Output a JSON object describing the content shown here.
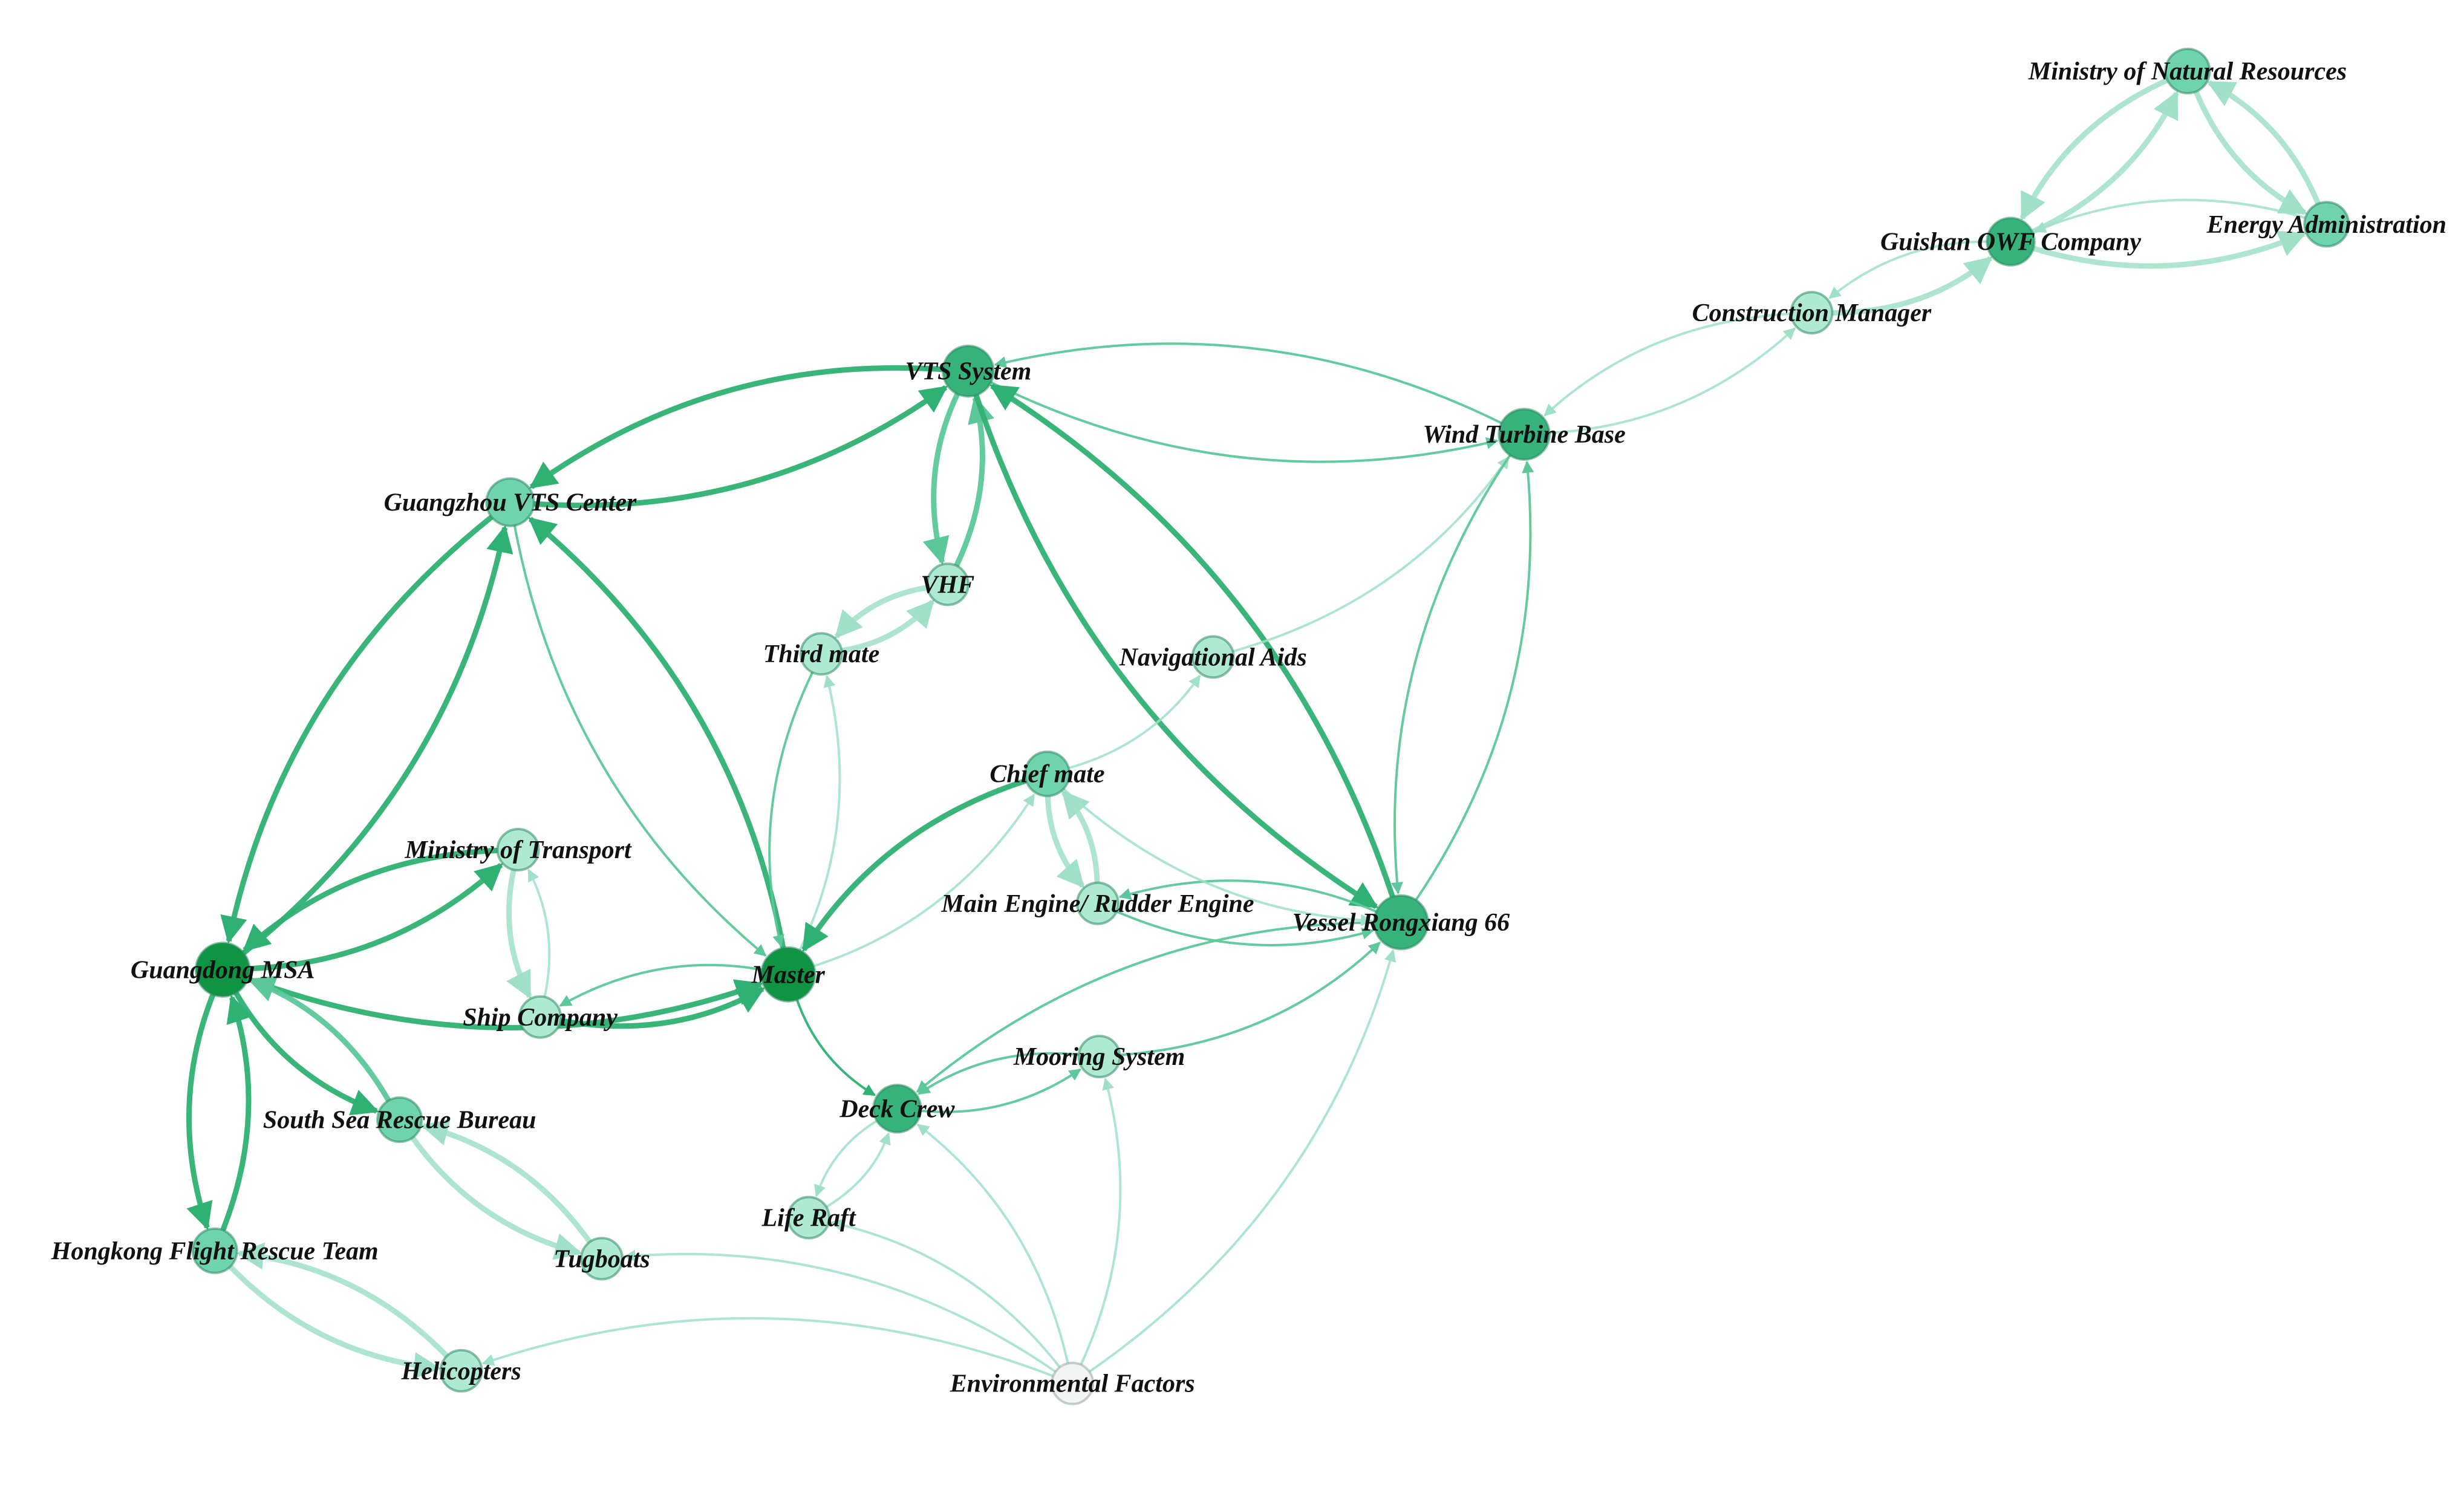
{
  "colors": {
    "node_dark": "#0f9444",
    "node_mid": "#36b37a",
    "node_light": "#6fd3ae",
    "node_pale": "#aee9d2",
    "node_gray": "#f2f5f4",
    "edge_dark": "#2fb173",
    "edge_mid": "#5cc79a",
    "edge_light": "#9fe0c6"
  },
  "nodes": [
    {
      "id": "vts_system",
      "label": "VTS System",
      "shade": "node_mid"
    },
    {
      "id": "guangzhou_vts",
      "label": "Guangzhou VTS Center",
      "shade": "node_light"
    },
    {
      "id": "vhf",
      "label": "VHF",
      "shade": "node_pale"
    },
    {
      "id": "third_mate",
      "label": "Third mate",
      "shade": "node_pale"
    },
    {
      "id": "wind_turbine",
      "label": "Wind Turbine Base",
      "shade": "node_mid"
    },
    {
      "id": "nav_aids",
      "label": "Navigational Aids",
      "shade": "node_pale"
    },
    {
      "id": "chief_mate",
      "label": "Chief mate",
      "shade": "node_light"
    },
    {
      "id": "main_engine",
      "label": "Main Engine/ Rudder Engine",
      "shade": "node_pale"
    },
    {
      "id": "vessel",
      "label": "Vessel Rongxiang 66",
      "shade": "node_mid"
    },
    {
      "id": "ministry_transport",
      "label": "Ministry of Transport",
      "shade": "node_pale"
    },
    {
      "id": "guangdong_msa",
      "label": "Guangdong MSA",
      "shade": "node_dark"
    },
    {
      "id": "ship_company",
      "label": "Ship Company",
      "shade": "node_pale"
    },
    {
      "id": "master",
      "label": "Master",
      "shade": "node_dark"
    },
    {
      "id": "south_sea",
      "label": "South Sea Rescue Bureau",
      "shade": "node_light"
    },
    {
      "id": "deck_crew",
      "label": "Deck Crew",
      "shade": "node_mid"
    },
    {
      "id": "mooring",
      "label": "Mooring System",
      "shade": "node_pale"
    },
    {
      "id": "life_raft",
      "label": "Life Raft",
      "shade": "node_pale"
    },
    {
      "id": "hk_flight",
      "label": "Hongkong Flight Rescue Team",
      "shade": "node_light"
    },
    {
      "id": "tugboats",
      "label": "Tugboats",
      "shade": "node_pale"
    },
    {
      "id": "helicopters",
      "label": "Helicopters",
      "shade": "node_pale"
    },
    {
      "id": "env_factors",
      "label": "Environmental Factors",
      "shade": "node_gray"
    },
    {
      "id": "construction_mgr",
      "label": "Construction Manager",
      "shade": "node_pale"
    },
    {
      "id": "guishan_owf",
      "label": "Guishan OWF Company",
      "shade": "node_mid"
    },
    {
      "id": "min_natural",
      "label": "Ministry of Natural Resources",
      "shade": "node_light"
    },
    {
      "id": "energy_admin",
      "label": "Energy Administration",
      "shade": "node_light"
    }
  ],
  "edges": [
    {
      "from": "guangzhou_vts",
      "to": "vts_system",
      "weight": 3,
      "shade": "edge_dark"
    },
    {
      "from": "vts_system",
      "to": "guangzhou_vts",
      "weight": 3,
      "shade": "edge_dark"
    },
    {
      "from": "vts_system",
      "to": "vhf",
      "weight": 3,
      "shade": "edge_mid"
    },
    {
      "from": "vhf",
      "to": "vts_system",
      "weight": 3,
      "shade": "edge_mid"
    },
    {
      "from": "third_mate",
      "to": "vhf",
      "weight": 3,
      "shade": "edge_light"
    },
    {
      "from": "vhf",
      "to": "third_mate",
      "weight": 3,
      "shade": "edge_light"
    },
    {
      "from": "vts_system",
      "to": "wind_turbine",
      "weight": 1,
      "shade": "edge_mid"
    },
    {
      "from": "wind_turbine",
      "to": "vts_system",
      "weight": 1,
      "shade": "edge_mid"
    },
    {
      "from": "vts_system",
      "to": "vessel",
      "weight": 3,
      "shade": "edge_dark"
    },
    {
      "from": "vessel",
      "to": "vts_system",
      "weight": 3,
      "shade": "edge_dark"
    },
    {
      "from": "guangzhou_vts",
      "to": "master",
      "weight": 1,
      "shade": "edge_mid"
    },
    {
      "from": "master",
      "to": "guangzhou_vts",
      "weight": 3,
      "shade": "edge_dark"
    },
    {
      "from": "guangdong_msa",
      "to": "guangzhou_vts",
      "weight": 3,
      "shade": "edge_dark"
    },
    {
      "from": "guangzhou_vts",
      "to": "guangdong_msa",
      "weight": 3,
      "shade": "edge_dark"
    },
    {
      "from": "third_mate",
      "to": "master",
      "weight": 1,
      "shade": "edge_mid"
    },
    {
      "from": "master",
      "to": "third_mate",
      "weight": 1,
      "shade": "edge_light"
    },
    {
      "from": "chief_mate",
      "to": "master",
      "weight": 3,
      "shade": "edge_dark"
    },
    {
      "from": "chief_mate",
      "to": "main_engine",
      "weight": 3,
      "shade": "edge_light"
    },
    {
      "from": "main_engine",
      "to": "chief_mate",
      "weight": 3,
      "shade": "edge_light"
    },
    {
      "from": "chief_mate",
      "to": "nav_aids",
      "weight": 1,
      "shade": "edge_light"
    },
    {
      "from": "nav_aids",
      "to": "wind_turbine",
      "weight": 1,
      "shade": "edge_light"
    },
    {
      "from": "wind_turbine",
      "to": "vessel",
      "weight": 1,
      "shade": "edge_mid"
    },
    {
      "from": "vessel",
      "to": "wind_turbine",
      "weight": 1,
      "shade": "edge_mid"
    },
    {
      "from": "main_engine",
      "to": "vessel",
      "weight": 1,
      "shade": "edge_mid"
    },
    {
      "from": "vessel",
      "to": "main_engine",
      "weight": 1,
      "shade": "edge_mid"
    },
    {
      "from": "wind_turbine",
      "to": "construction_mgr",
      "weight": 1,
      "shade": "edge_light"
    },
    {
      "from": "construction_mgr",
      "to": "wind_turbine",
      "weight": 1,
      "shade": "edge_light"
    },
    {
      "from": "construction_mgr",
      "to": "guishan_owf",
      "weight": 3,
      "shade": "edge_light"
    },
    {
      "from": "guishan_owf",
      "to": "construction_mgr",
      "weight": 1,
      "shade": "edge_light"
    },
    {
      "from": "guishan_owf",
      "to": "min_natural",
      "weight": 3,
      "shade": "edge_light"
    },
    {
      "from": "min_natural",
      "to": "guishan_owf",
      "weight": 3,
      "shade": "edge_light"
    },
    {
      "from": "guishan_owf",
      "to": "energy_admin",
      "weight": 3,
      "shade": "edge_light"
    },
    {
      "from": "energy_admin",
      "to": "guishan_owf",
      "weight": 1,
      "shade": "edge_light"
    },
    {
      "from": "min_natural",
      "to": "energy_admin",
      "weight": 3,
      "shade": "edge_light"
    },
    {
      "from": "energy_admin",
      "to": "min_natural",
      "weight": 3,
      "shade": "edge_light"
    },
    {
      "from": "ministry_transport",
      "to": "guangdong_msa",
      "weight": 3,
      "shade": "edge_dark"
    },
    {
      "from": "guangdong_msa",
      "to": "ministry_transport",
      "weight": 3,
      "shade": "edge_dark"
    },
    {
      "from": "ministry_transport",
      "to": "ship_company",
      "weight": 3,
      "shade": "edge_light"
    },
    {
      "from": "ship_company",
      "to": "ministry_transport",
      "weight": 1,
      "shade": "edge_light"
    },
    {
      "from": "ship_company",
      "to": "master",
      "weight": 3,
      "shade": "edge_dark"
    },
    {
      "from": "master",
      "to": "ship_company",
      "weight": 1,
      "shade": "edge_mid"
    },
    {
      "from": "guangdong_msa",
      "to": "master",
      "weight": 3,
      "shade": "edge_dark"
    },
    {
      "from": "guangdong_msa",
      "to": "south_sea",
      "weight": 3,
      "shade": "edge_dark"
    },
    {
      "from": "south_sea",
      "to": "guangdong_msa",
      "weight": 3,
      "shade": "edge_mid"
    },
    {
      "from": "guangdong_msa",
      "to": "hk_flight",
      "weight": 3,
      "shade": "edge_dark"
    },
    {
      "from": "hk_flight",
      "to": "guangdong_msa",
      "weight": 3,
      "shade": "edge_dark"
    },
    {
      "from": "south_sea",
      "to": "tugboats",
      "weight": 3,
      "shade": "edge_light"
    },
    {
      "from": "tugboats",
      "to": "south_sea",
      "weight": 3,
      "shade": "edge_light"
    },
    {
      "from": "hk_flight",
      "to": "helicopters",
      "weight": 3,
      "shade": "edge_light"
    },
    {
      "from": "helicopters",
      "to": "hk_flight",
      "weight": 3,
      "shade": "edge_light"
    },
    {
      "from": "master",
      "to": "deck_crew",
      "weight": 1,
      "shade": "edge_dark"
    },
    {
      "from": "deck_crew",
      "to": "mooring",
      "weight": 1,
      "shade": "edge_mid"
    },
    {
      "from": "mooring",
      "to": "deck_crew",
      "weight": 1,
      "shade": "edge_mid"
    },
    {
      "from": "mooring",
      "to": "vessel",
      "weight": 1,
      "shade": "edge_mid"
    },
    {
      "from": "vessel",
      "to": "deck_crew",
      "weight": 1,
      "shade": "edge_mid"
    },
    {
      "from": "deck_crew",
      "to": "life_raft",
      "weight": 1,
      "shade": "edge_light"
    },
    {
      "from": "life_raft",
      "to": "deck_crew",
      "weight": 1,
      "shade": "edge_light"
    },
    {
      "from": "env_factors",
      "to": "deck_crew",
      "weight": 1,
      "shade": "edge_light"
    },
    {
      "from": "env_factors",
      "to": "life_raft",
      "weight": 1,
      "shade": "edge_light"
    },
    {
      "from": "env_factors",
      "to": "vessel",
      "weight": 1,
      "shade": "edge_light"
    },
    {
      "from": "env_factors",
      "to": "mooring",
      "weight": 1,
      "shade": "edge_light"
    },
    {
      "from": "env_factors",
      "to": "tugboats",
      "weight": 1,
      "shade": "edge_light"
    },
    {
      "from": "env_factors",
      "to": "helicopters",
      "weight": 1,
      "shade": "edge_light"
    },
    {
      "from": "chief_mate",
      "to": "vessel",
      "weight": 1,
      "shade": "edge_light"
    },
    {
      "from": "master",
      "to": "chief_mate",
      "weight": 1,
      "shade": "edge_light"
    }
  ]
}
